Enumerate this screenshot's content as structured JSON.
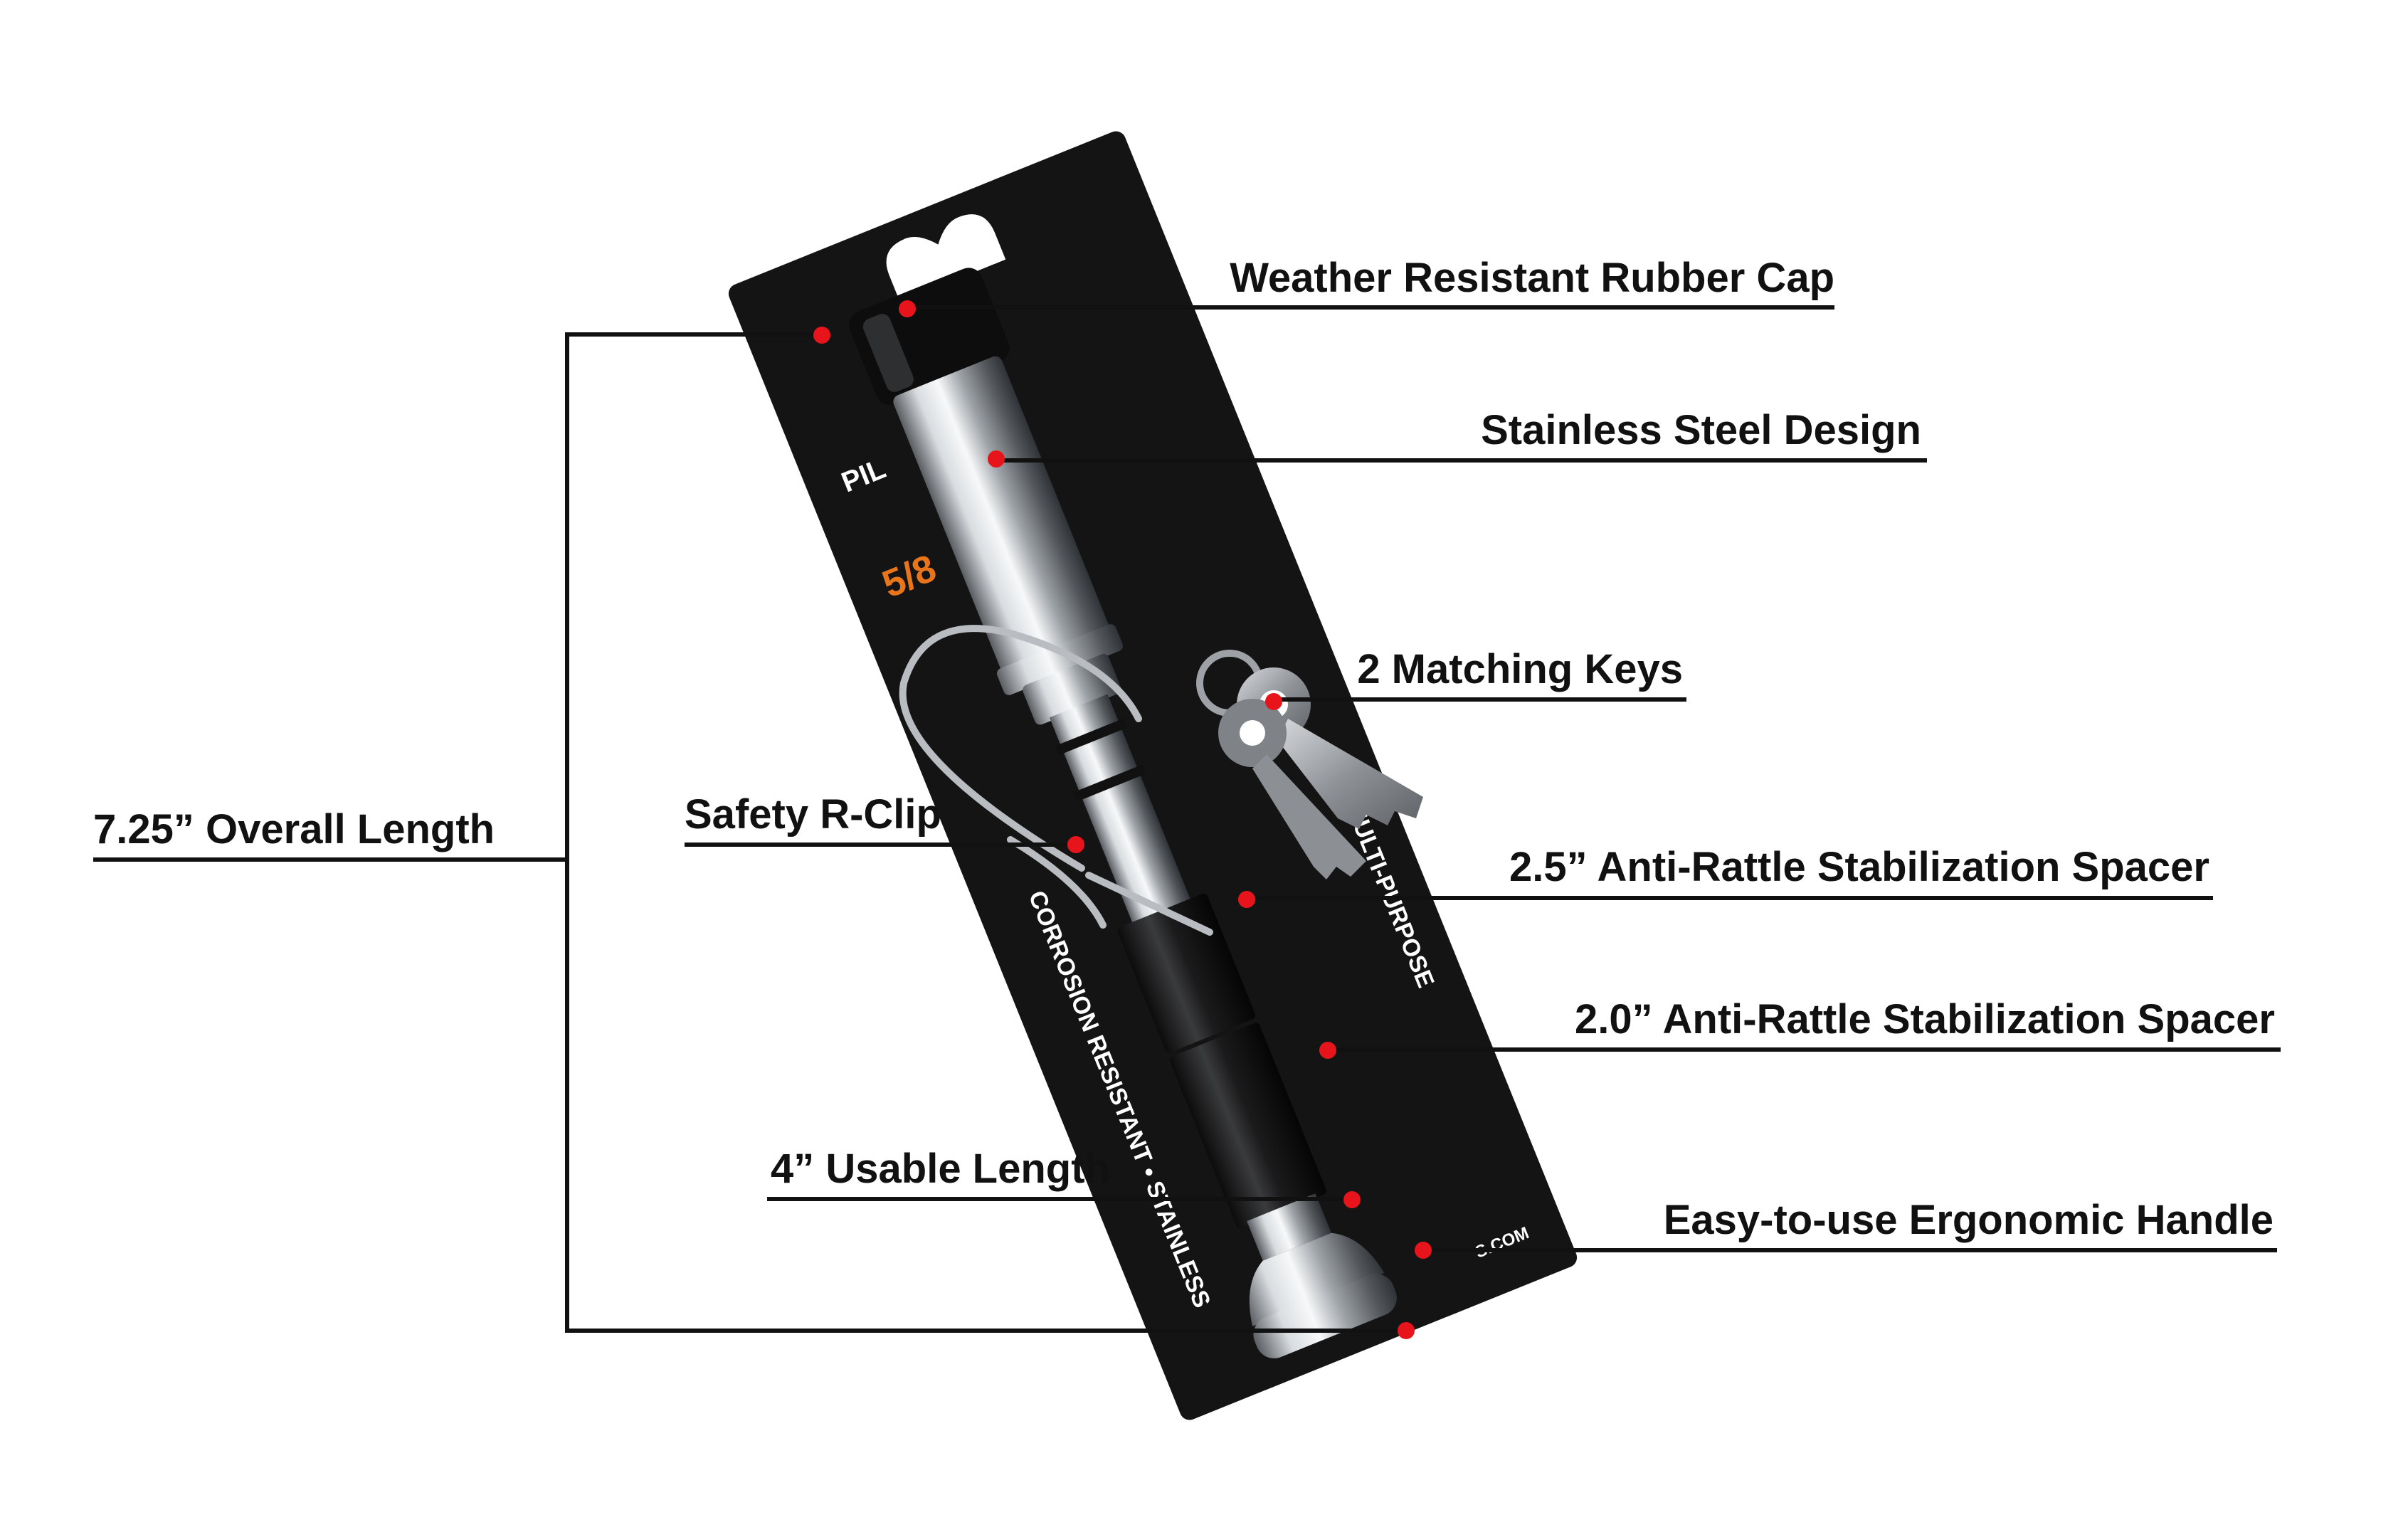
{
  "callouts": {
    "rubber_cap": "Weather Resistant Rubber Cap",
    "stainless": "Stainless Steel Design",
    "keys": "2 Matching Keys",
    "r_clip": "Safety R-Clip",
    "overall_length": "7.25” Overall Length",
    "spacer_25": "2.5” Anti-Rattle Stabilization Spacer",
    "spacer_20": "2.0” Anti-Rattle Stabilization Spacer",
    "usable_length": "4” Usable Length",
    "handle": "Easy-to-use Ergonomic Handle"
  },
  "packaging": {
    "brand_fragment": "PIL",
    "size_fragment": "5/8",
    "side_text_1": "CORROSION RESISTANT • STAINLESS",
    "side_text_2": "MULTI-PURPOSE",
    "url_fragment": "S.COM"
  },
  "colors": {
    "marker": "#e8141c",
    "leader": "#111111",
    "card": "#141414",
    "accent_orange": "#e8751a"
  }
}
